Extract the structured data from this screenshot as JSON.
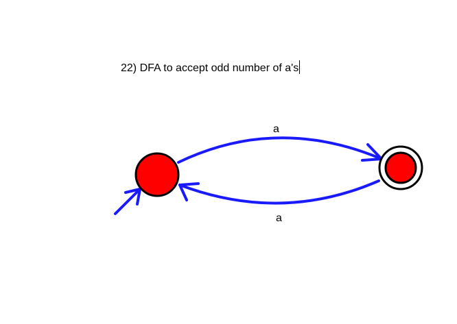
{
  "diagram": {
    "title": "22) DFA to accept odd number of a's",
    "colors": {
      "state_fill": "#ff0000",
      "state_stroke": "#000000",
      "edge": "#1a1aff",
      "text": "#000000",
      "background": "#ffffff"
    },
    "states": [
      {
        "id": "q0",
        "initial": true,
        "accepting": false
      },
      {
        "id": "q1",
        "initial": false,
        "accepting": true
      }
    ],
    "transitions": [
      {
        "from": "q0",
        "to": "q1",
        "label": "a"
      },
      {
        "from": "q1",
        "to": "q0",
        "label": "a"
      }
    ]
  }
}
